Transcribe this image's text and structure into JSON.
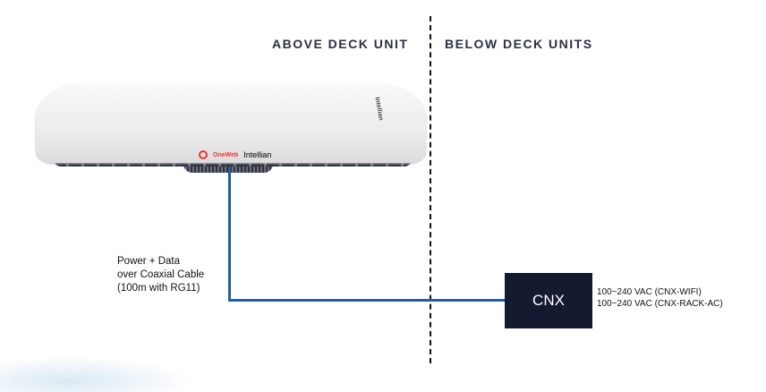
{
  "headers": {
    "above": "ABOVE DECK UNIT",
    "below": "BELOW DECK UNITS"
  },
  "antenna": {
    "brand": "Intellian",
    "partner": "OneWeb",
    "side_logo": "Intellian"
  },
  "cable_label": [
    "Power + Data",
    "over Coaxial Cable",
    "(100m with RG11)"
  ],
  "cnx": {
    "label": "CNX",
    "power": [
      "100~240 VAC (CNX-WIFI)",
      "100~240 VAC (CNX-RACK-AC)"
    ]
  },
  "colors": {
    "cable": "#1f5ea8",
    "cnx_box": "#141a30"
  }
}
